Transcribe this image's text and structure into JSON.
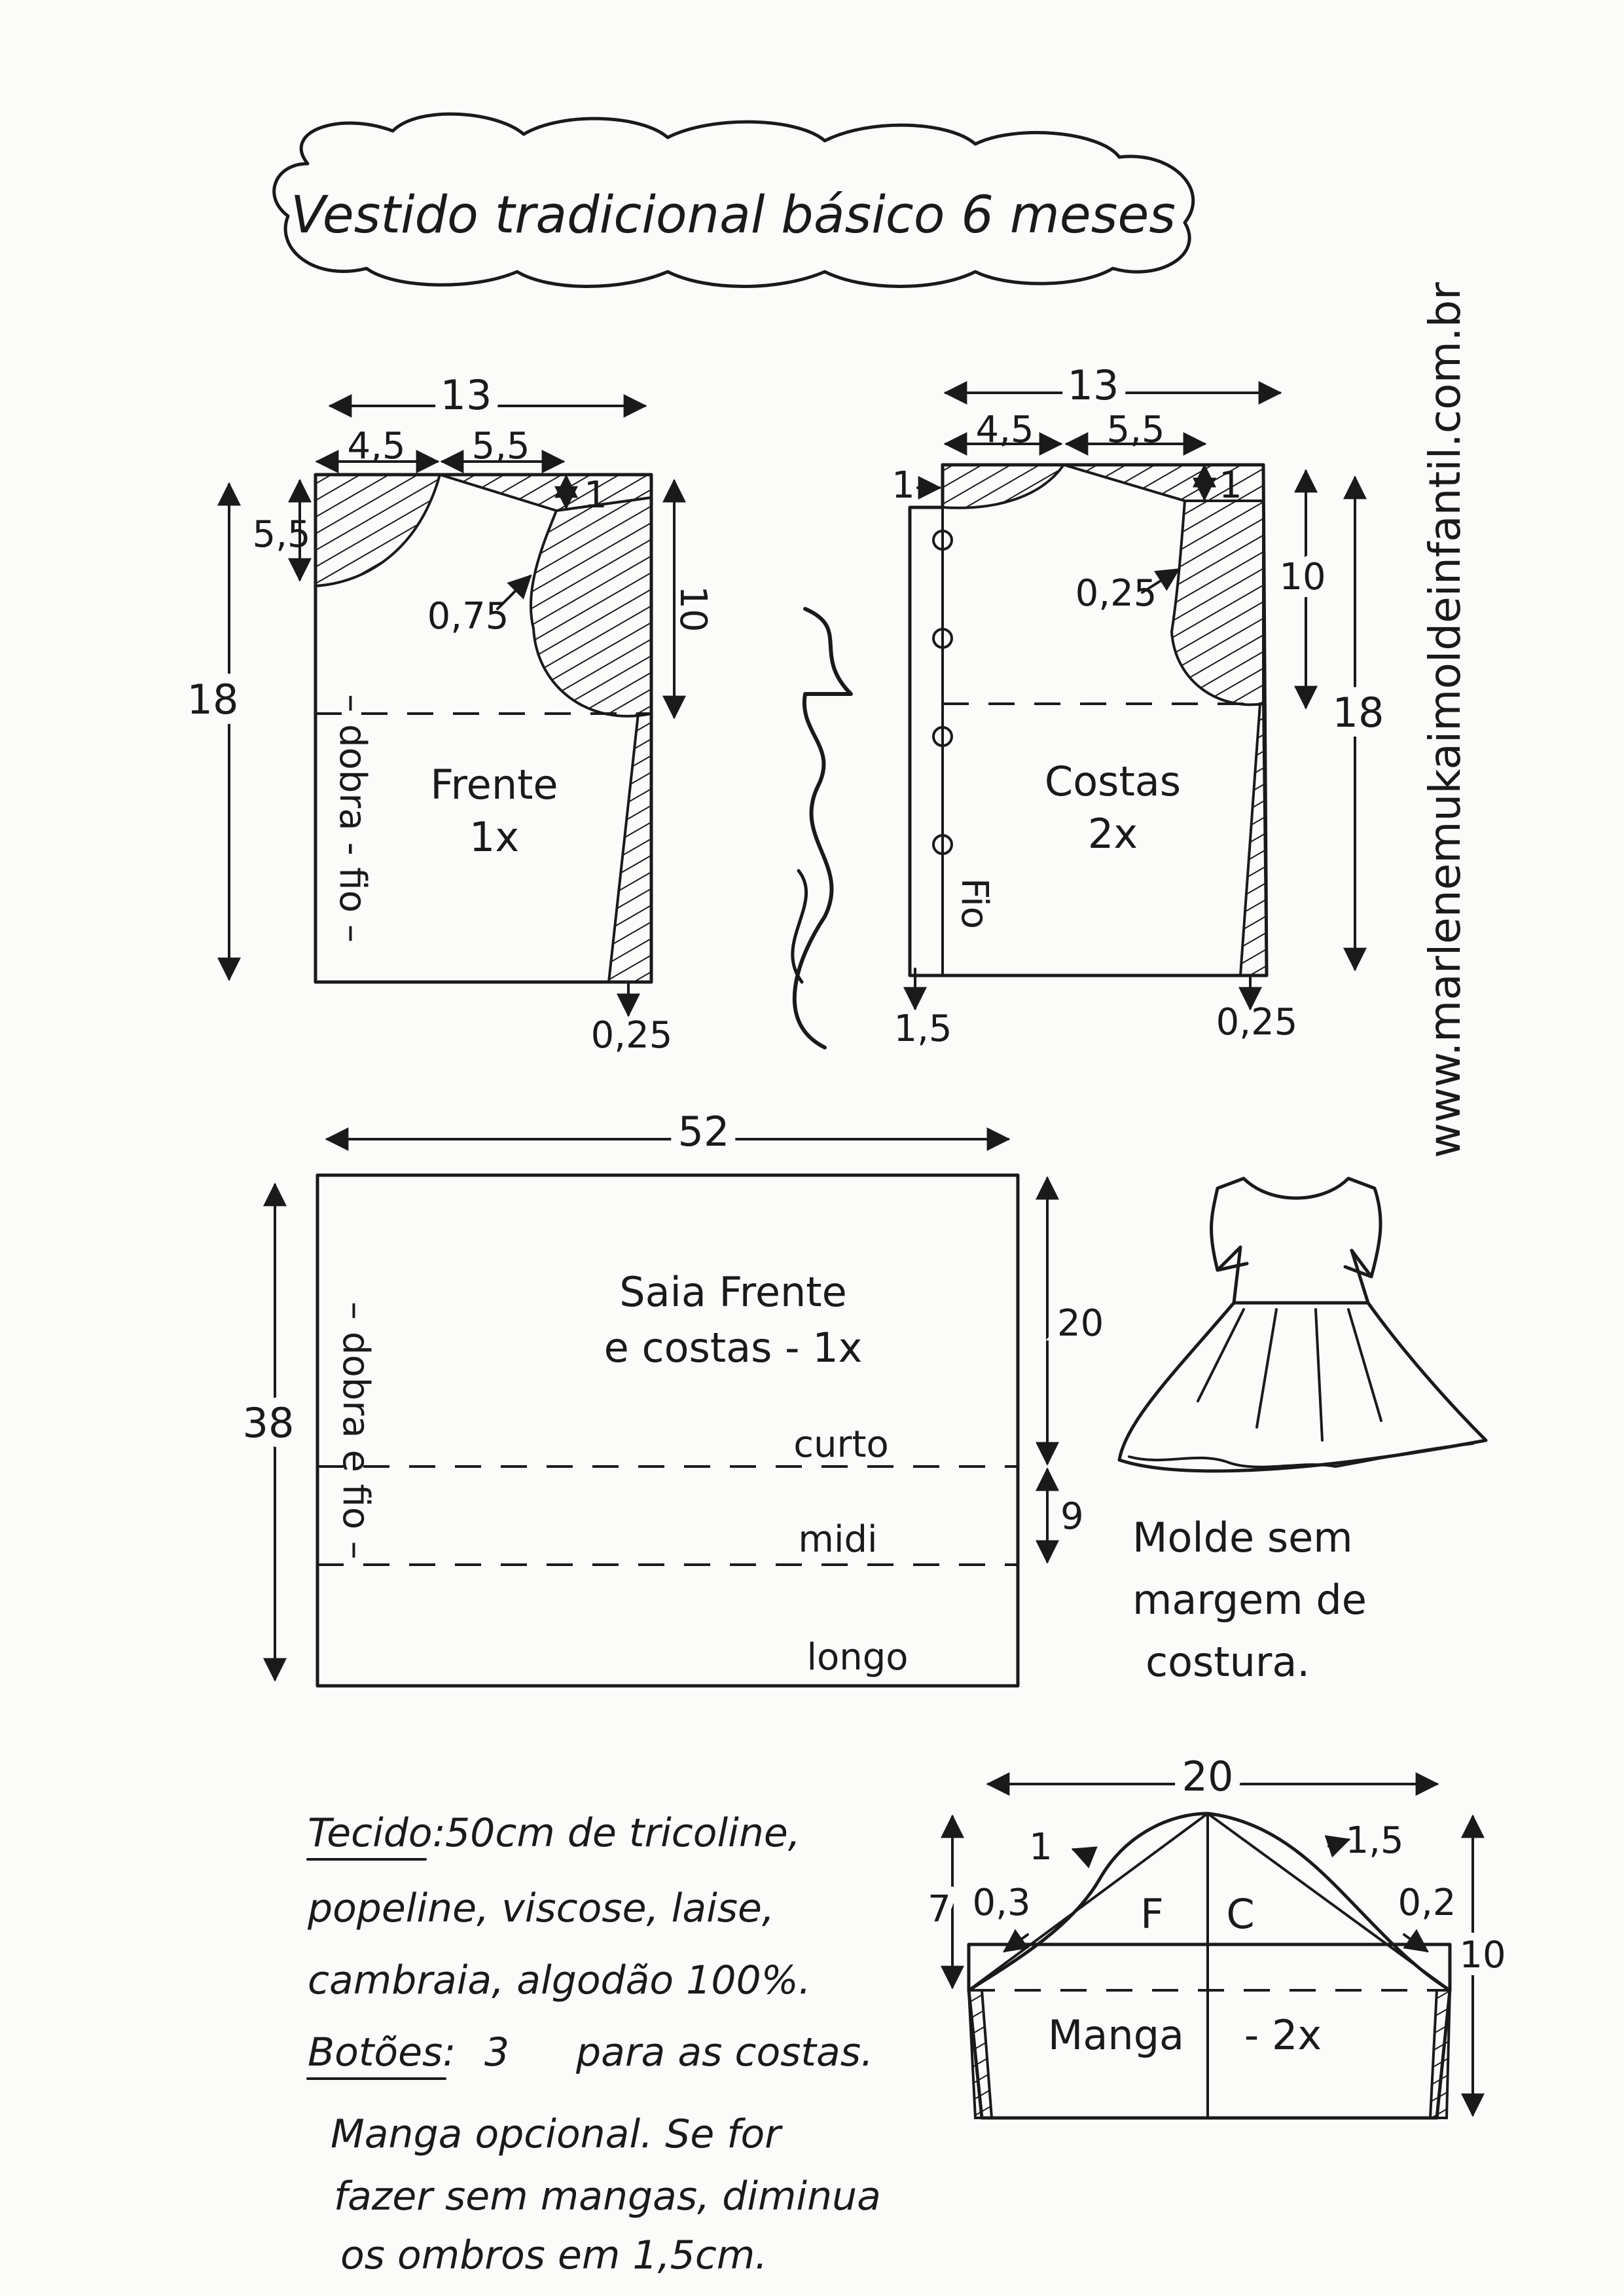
{
  "title": "Vestido tradicional básico 6 meses",
  "website": "www.marlenemukaimoldeinfantil.com.br",
  "signature": "Marlene Mukai",
  "front_bodice": {
    "label": "Frente",
    "count": "1x",
    "width": "13",
    "neck_width": "4,5",
    "shoulder": "5,5",
    "neck_depth": "5,5",
    "shoulder_drop": "1",
    "armhole_depth": "10",
    "armhole_curve": "0,75",
    "length": "18",
    "side_offset": "0,25",
    "fold": "– dobra - fio –"
  },
  "back_bodice": {
    "label": "Costas",
    "count": "2x",
    "width": "13",
    "neck_width": "4,5",
    "shoulder": "5,5",
    "neck_depth": "1",
    "shoulder_drop": "1",
    "armhole_depth": "10",
    "armhole_curve": "0,25",
    "length": "18",
    "side_offset": "0,25",
    "placket": "1,5",
    "grain": "Fio"
  },
  "skirt": {
    "label_line1": "Saia Frente",
    "label_line2": "e costas - 1x",
    "width": "52",
    "length": "38",
    "short_length": "20",
    "midi_extra": "9",
    "fold": "– dobra e fio –",
    "line_short": "curto",
    "line_midi": "midi",
    "line_long": "longo"
  },
  "seam_note": {
    "line1": "Molde sem",
    "line2": "margem de",
    "line3": "costura."
  },
  "sleeve": {
    "width": "20",
    "cap_height": "7",
    "length": "10",
    "front_label": "F",
    "back_label": "C",
    "front_curve": "1",
    "back_curve": "1,5",
    "front_low": "0,3",
    "back_low": "0,2",
    "label": "Manga",
    "count": "- 2x"
  },
  "fabric": {
    "label": "Tecido:",
    "line1": "50cm de tricoline,",
    "line2": "popeline, viscose, laise,",
    "line3": "cambraia, algodão 100%."
  },
  "buttons": {
    "label": "Botões:",
    "count": "3",
    "text": "para as costas."
  },
  "sleeve_note": {
    "line1": "Manga opcional. Se for",
    "line2": "fazer sem mangas, diminua",
    "line3": "os ombros em 1,5cm."
  }
}
